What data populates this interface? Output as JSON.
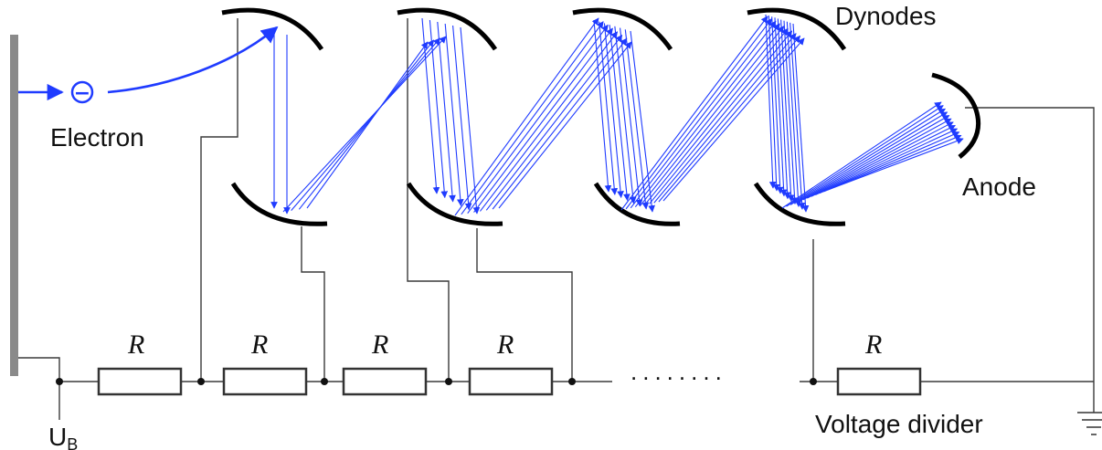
{
  "labels": {
    "electron": "Electron",
    "dynodes": "Dynodes",
    "anode": "Anode",
    "voltage_divider": "Voltage divider",
    "supply_main": "U",
    "supply_sub": "B",
    "electron_symbol": "−",
    "resistors": [
      "R",
      "R",
      "R",
      "R",
      "R"
    ],
    "ellipsis": "........"
  },
  "colors": {
    "electron_path": "#1f3bff",
    "dynode": "#000000",
    "wire": "#3a3a3a",
    "cathode": "#8a8a8a"
  }
}
